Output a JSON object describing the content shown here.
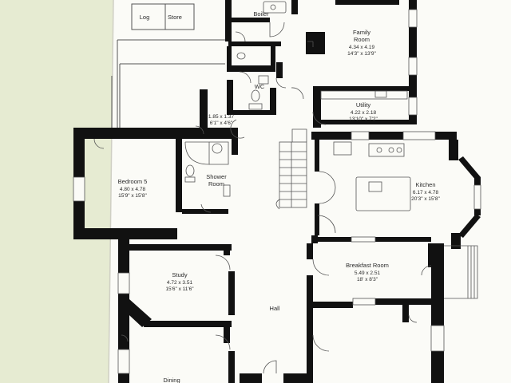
{
  "plan": {
    "colors": {
      "page": "#e6ebd2",
      "paper": "#fbfbf7",
      "wall": "#111111",
      "line": "#555555",
      "text": "#2a2a2a"
    },
    "rooms": {
      "log": {
        "name": "Log"
      },
      "store": {
        "name": "Store"
      },
      "boiler": {
        "name": "Boiler"
      },
      "family": {
        "name": "Family Room",
        "name1": "Family",
        "name2": "Room",
        "metric": "4.34 x 4.19",
        "imperial": "14'3\" x 13'9\""
      },
      "wc": {
        "name": "WC"
      },
      "utility": {
        "name": "Utility",
        "metric": "4.22 x 2.18",
        "imperial": "13'10\" x 7'2\""
      },
      "cupboard": {
        "metric": "1.85 x 1.37",
        "imperial": "6'1\" x 4'6\""
      },
      "bedroom5": {
        "name": "Bedroom 5",
        "metric": "4.80 x 4.78",
        "imperial": "15'9\" x 15'8\""
      },
      "shower": {
        "name": "Shower Room",
        "name1": "Shower",
        "name2": "Room"
      },
      "kitchen": {
        "name": "Kitchen",
        "metric": "6.17 x 4.78",
        "imperial": "20'3\" x 15'8\""
      },
      "study": {
        "name": "Study",
        "metric": "4.72 x 3.51",
        "imperial": "15'6\" x 11'6\""
      },
      "breakfast": {
        "name": "Breakfast Room",
        "metric": "5.49 x 2.51",
        "imperial": "18' x 8'3\""
      },
      "hall": {
        "name": "Hall"
      },
      "dining": {
        "name": "Dining"
      }
    }
  }
}
